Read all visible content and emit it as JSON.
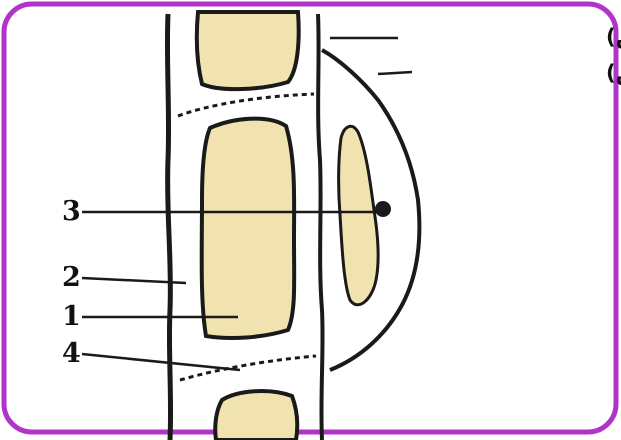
{
  "colors": {
    "frame": "#b034c8",
    "cell_fill": "#f1e3b0",
    "outline": "#1a1a1a"
  },
  "labels": {
    "element_s": "العنصر ( س)",
    "element_p": "العنصر (ص)",
    "num_3": "3",
    "num_2": "2",
    "num_1": "1",
    "num_4": "4"
  }
}
